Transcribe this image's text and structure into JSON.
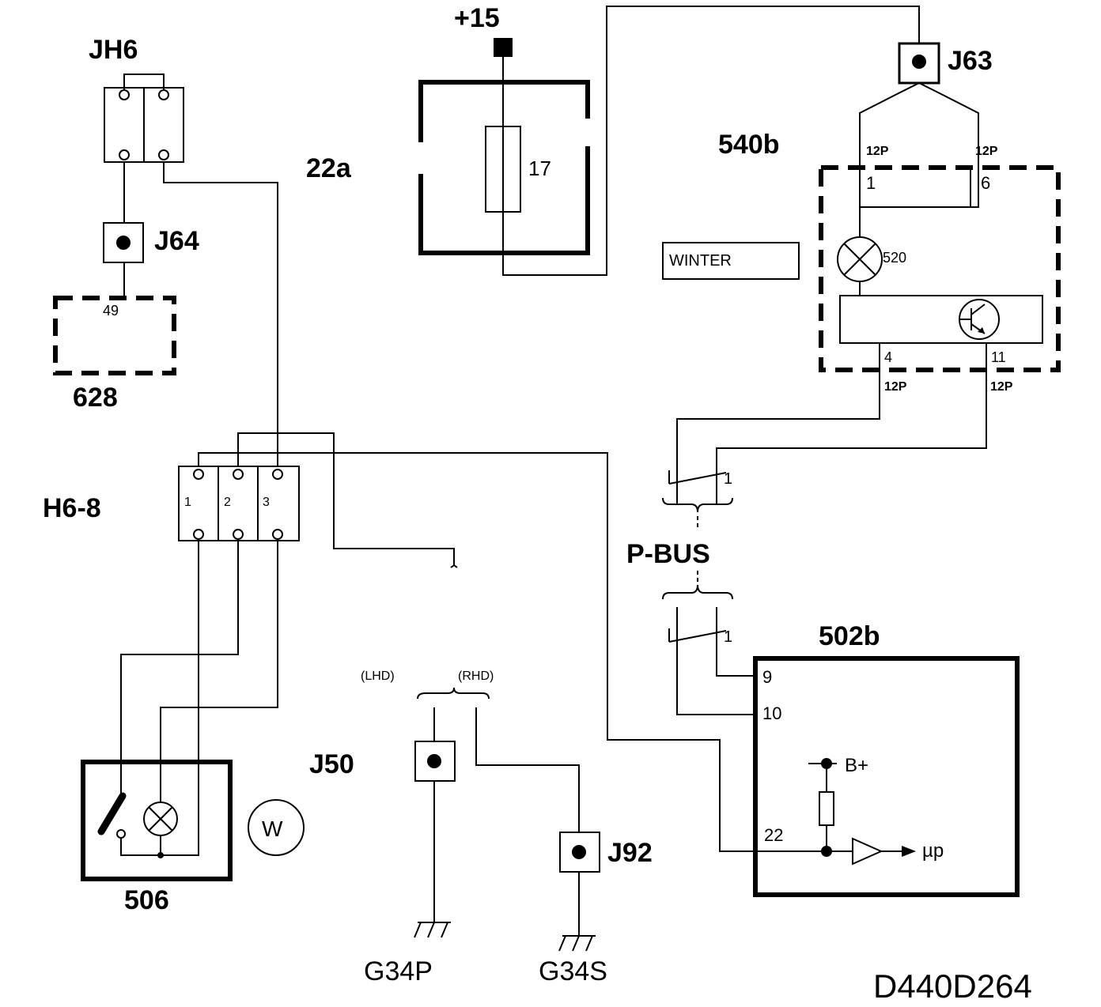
{
  "diagram_id": "D440D264",
  "supply": "+15",
  "labels": {
    "jh6": "JH6",
    "j64": "J64",
    "c628": "628",
    "pin49": "49",
    "h68": "H6-8",
    "h68_pins": [
      "1",
      "2",
      "3"
    ],
    "c506": "506",
    "w": "W",
    "c22a": "22a",
    "fuse17": "17",
    "j63": "J63",
    "c540b": "540b",
    "conn12p": "12P",
    "pin1": "1",
    "pin6": "6",
    "bulb520": "520",
    "pin4": "4",
    "pin11": "11",
    "winter": "WINTER",
    "pbus": "P-BUS",
    "pbus_pin": "1",
    "c502b": "502b",
    "pin9": "9",
    "pin10": "10",
    "pin22": "22",
    "bplus": "B+",
    "up": "µp",
    "lhd": "(LHD)",
    "rhd": "(RHD)",
    "j50": "J50",
    "j92": "J92",
    "g34p": "G34P",
    "g34s": "G34S"
  }
}
